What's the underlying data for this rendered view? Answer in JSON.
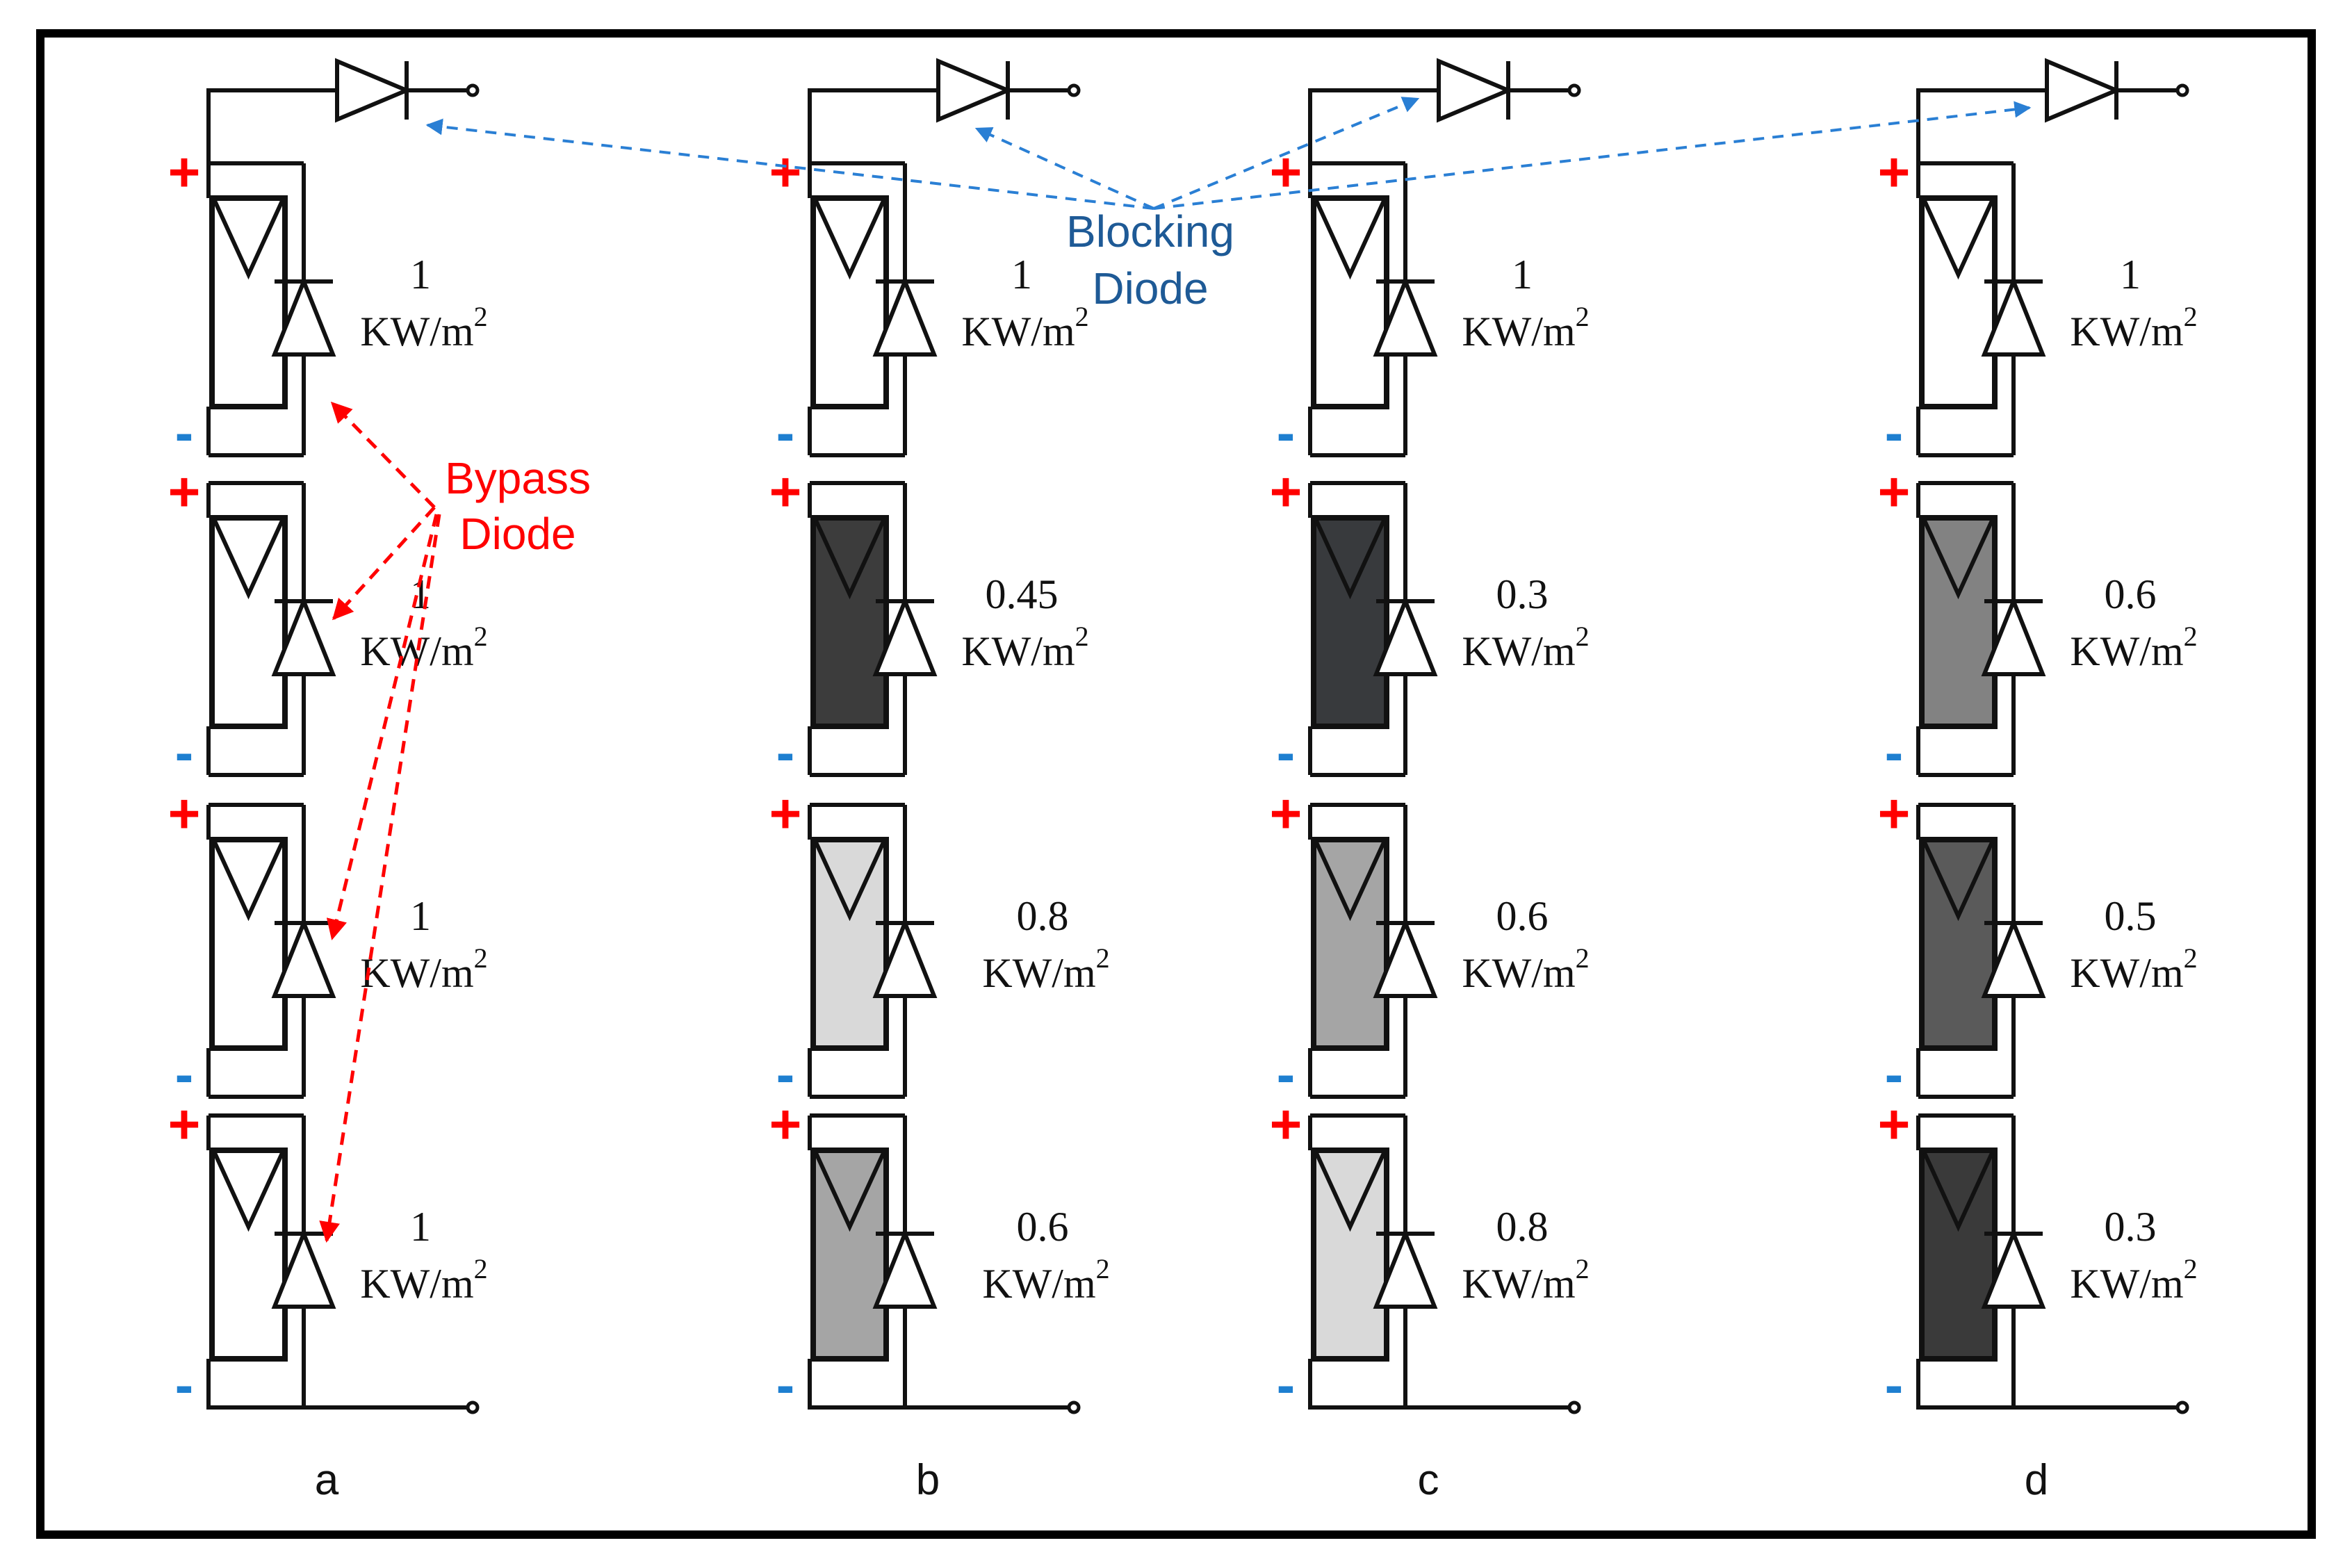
{
  "colors": {
    "wire": "#111111",
    "plus": "#ff0000",
    "minus": "#1e7fd0",
    "bypass_annotation": "#ff0000",
    "blocking_annotation": "#1e5a96",
    "blocking_arrow": "#2a7fd4"
  },
  "plus_sign": "+",
  "minus_sign": "-",
  "unit_base": "KW/m",
  "unit_sup": "2",
  "annotations": {
    "bypass_line1": "Bypass",
    "bypass_line2": "Diode",
    "blocking_line1": "Blocking",
    "blocking_line2": "Diode"
  },
  "panels": [
    {
      "label": "a",
      "modules": [
        {
          "irradiance": "1",
          "fill": "#ffffff"
        },
        {
          "irradiance": "1",
          "fill": "#ffffff"
        },
        {
          "irradiance": "1",
          "fill": "#ffffff"
        },
        {
          "irradiance": "1",
          "fill": "#ffffff"
        }
      ]
    },
    {
      "label": "b",
      "modules": [
        {
          "irradiance": "1",
          "fill": "#ffffff"
        },
        {
          "irradiance": "0.45",
          "fill": "#3c3c3c"
        },
        {
          "irradiance": "0.8",
          "fill": "#d9d9d9"
        },
        {
          "irradiance": "0.6",
          "fill": "#a5a5a5"
        }
      ]
    },
    {
      "label": "c",
      "modules": [
        {
          "irradiance": "1",
          "fill": "#ffffff"
        },
        {
          "irradiance": "0.3",
          "fill": "#383a3d"
        },
        {
          "irradiance": "0.6",
          "fill": "#a5a5a5"
        },
        {
          "irradiance": "0.8",
          "fill": "#d9d9d9"
        }
      ]
    },
    {
      "label": "d",
      "modules": [
        {
          "irradiance": "1",
          "fill": "#ffffff"
        },
        {
          "irradiance": "0.6",
          "fill": "#828282"
        },
        {
          "irradiance": "0.5",
          "fill": "#5a5a5a"
        },
        {
          "irradiance": "0.3",
          "fill": "#3a3a3a"
        }
      ]
    }
  ]
}
